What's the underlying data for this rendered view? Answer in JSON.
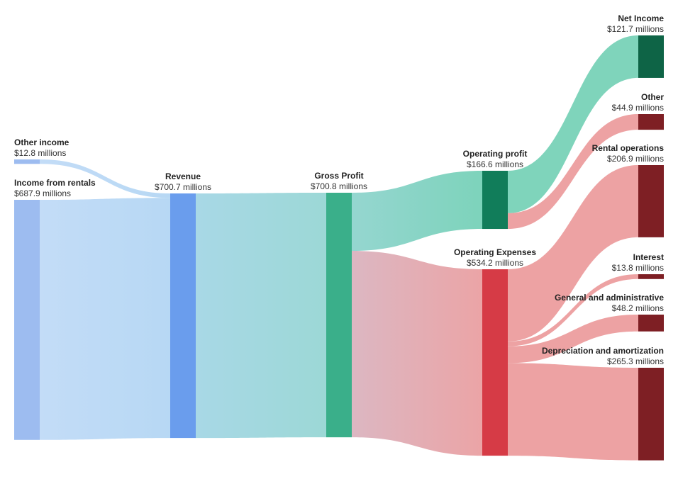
{
  "chart_data": {
    "type": "sankey",
    "unit_suffix": " millions",
    "currency": "$",
    "colors": {
      "income_node": "#9dbcf0",
      "revenue_node": "#6a9ded",
      "gross_node": "#3aaf8a",
      "op_profit_node": "#117d5a",
      "net_income_node": "#0e6446",
      "op_expense_node": "#d63b46",
      "expense_node": "#7e1f24",
      "income_link": "#bcd9f7",
      "gross_link": "#9fd6dc",
      "profit_link": "#7fd4bb",
      "expense_link": "#eda2a3"
    },
    "nodes": [
      {
        "id": "other_income",
        "name": "Other income",
        "value": 12.8,
        "display": "$12.8 millions",
        "type": "income"
      },
      {
        "id": "rentals",
        "name": "Income from rentals",
        "value": 687.9,
        "display": "$687.9 millions",
        "type": "income"
      },
      {
        "id": "revenue",
        "name": "Revenue",
        "value": 700.7,
        "display": "$700.7 millions",
        "type": "revenue"
      },
      {
        "id": "gross",
        "name": "Gross Profit",
        "value": 700.8,
        "display": "$700.8 millions",
        "type": "gross"
      },
      {
        "id": "op_profit",
        "name": "Operating profit",
        "value": 166.6,
        "display": "$166.6 millions",
        "type": "op_profit"
      },
      {
        "id": "op_exp",
        "name": "Operating Expenses",
        "value": 534.2,
        "display": "$534.2 millions",
        "type": "op_expense"
      },
      {
        "id": "net_income",
        "name": "Net Income",
        "value": 121.7,
        "display": "$121.7 millions",
        "type": "net_income"
      },
      {
        "id": "other",
        "name": "Other",
        "value": 44.9,
        "display": "$44.9 millions",
        "type": "expense"
      },
      {
        "id": "rental_ops",
        "name": "Rental operations",
        "value": 206.9,
        "display": "$206.9 millions",
        "type": "expense"
      },
      {
        "id": "interest",
        "name": "Interest",
        "value": 13.8,
        "display": "$13.8 millions",
        "type": "expense"
      },
      {
        "id": "gen_admin",
        "name": "General and administrative",
        "value": 48.2,
        "display": "$48.2 millions",
        "type": "expense"
      },
      {
        "id": "dep_amort",
        "name": "Depreciation and amortization",
        "value": 265.3,
        "display": "$265.3 millions",
        "type": "expense"
      }
    ],
    "links": [
      {
        "source": "other_income",
        "target": "revenue",
        "value": 12.8
      },
      {
        "source": "rentals",
        "target": "revenue",
        "value": 687.9
      },
      {
        "source": "revenue",
        "target": "gross",
        "value": 700.7
      },
      {
        "source": "gross",
        "target": "op_profit",
        "value": 166.6
      },
      {
        "source": "gross",
        "target": "op_exp",
        "value": 534.2
      },
      {
        "source": "op_profit",
        "target": "net_income",
        "value": 121.7
      },
      {
        "source": "op_profit",
        "target": "other",
        "value": 44.9
      },
      {
        "source": "op_exp",
        "target": "rental_ops",
        "value": 206.9
      },
      {
        "source": "op_exp",
        "target": "interest",
        "value": 13.8
      },
      {
        "source": "op_exp",
        "target": "gen_admin",
        "value": 48.2
      },
      {
        "source": "op_exp",
        "target": "dep_amort",
        "value": 265.3
      }
    ]
  }
}
